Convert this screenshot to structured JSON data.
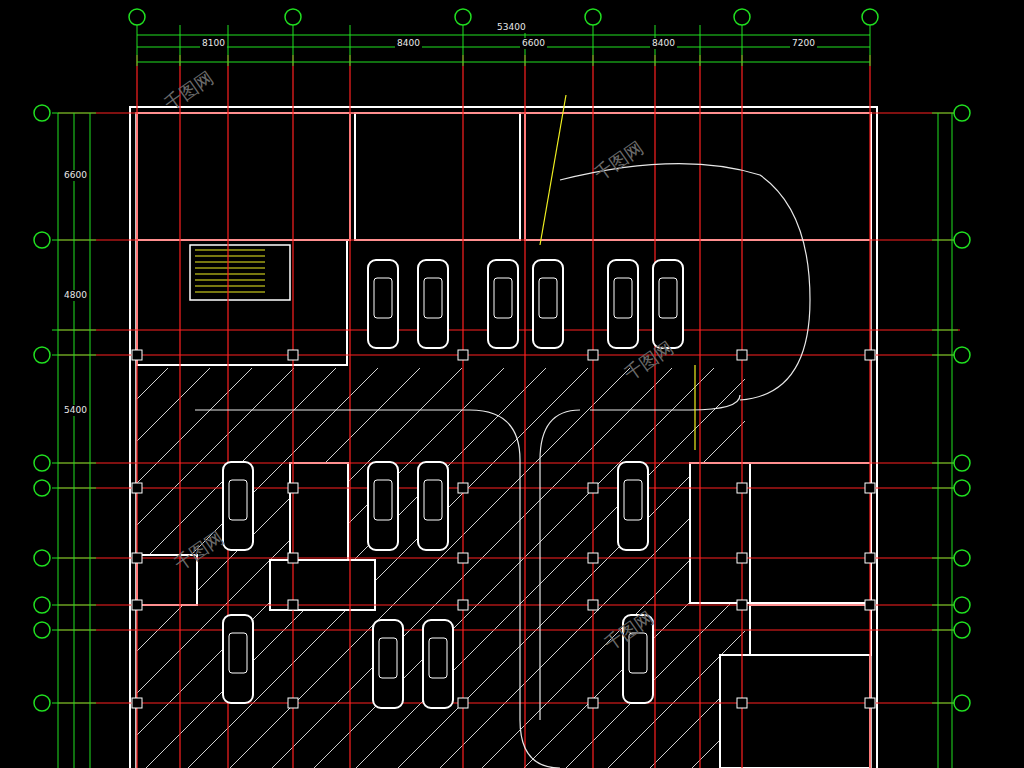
{
  "diagram": {
    "labels": [
      "53400",
      "8100",
      "8400",
      "6600",
      "8400",
      "7200",
      "6600",
      "4800",
      "5400",
      "千图网",
      "千图网",
      "千图网",
      "千图网",
      "千图网"
    ]
  }
}
